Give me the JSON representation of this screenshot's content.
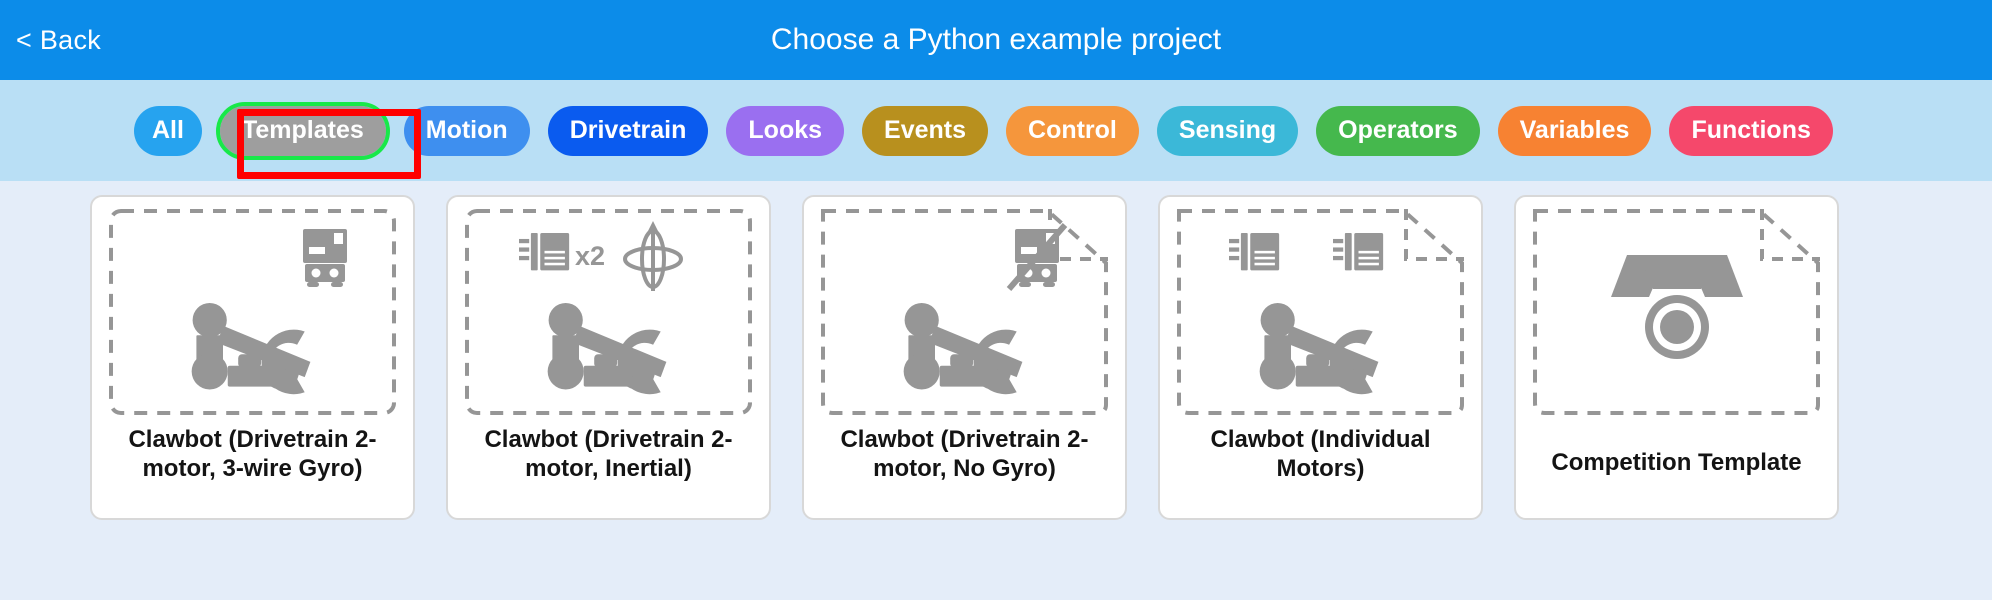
{
  "header": {
    "back_label": "< Back",
    "title": "Choose a Python example project",
    "bg_color": "#0c8ce9"
  },
  "category_bar": {
    "bg_color": "#b9dff5",
    "highlight_color": "#ff0000",
    "selected_outline_color": "#18e849",
    "selected_bg_color": "#9e9e9e",
    "selected": "Templates",
    "pills": [
      {
        "label": "All",
        "color": "#26a3ef"
      },
      {
        "label": "Templates",
        "color": "#9e9e9e"
      },
      {
        "label": "Motion",
        "color": "#3e8fef"
      },
      {
        "label": "Drivetrain",
        "color": "#0a5bef"
      },
      {
        "label": "Looks",
        "color": "#9a6ff0"
      },
      {
        "label": "Events",
        "color": "#b8901e"
      },
      {
        "label": "Control",
        "color": "#f5963c"
      },
      {
        "label": "Sensing",
        "color": "#3bb8d8"
      },
      {
        "label": "Operators",
        "color": "#45b84d"
      },
      {
        "label": "Variables",
        "color": "#f78232"
      },
      {
        "label": "Functions",
        "color": "#f5486b"
      }
    ]
  },
  "content": {
    "bg_color": "#e4edf9",
    "icon_color": "#969696",
    "cards": [
      {
        "label": "Clawbot (Drivetrain 2-motor, 3-wire Gyro)",
        "icon": "clawbot-gyro-icon",
        "badge": "gyro-sensor-icon",
        "fold": false
      },
      {
        "label": "Clawbot (Drivetrain 2-motor, Inertial)",
        "icon": "clawbot-inertial-icon",
        "badge": "motor-x2-inertial-icon",
        "fold": false
      },
      {
        "label": "Clawbot (Drivetrain 2-motor, No Gyro)",
        "icon": "clawbot-no-gyro-icon",
        "badge": "gyro-sensor-crossed-icon",
        "fold": true
      },
      {
        "label": "Clawbot (Individual Motors)",
        "icon": "clawbot-motors-icon",
        "badge": "two-motors-icon",
        "fold": true
      },
      {
        "label": "Competition Template",
        "icon": "medal-icon",
        "badge": "none",
        "fold": true
      }
    ]
  }
}
